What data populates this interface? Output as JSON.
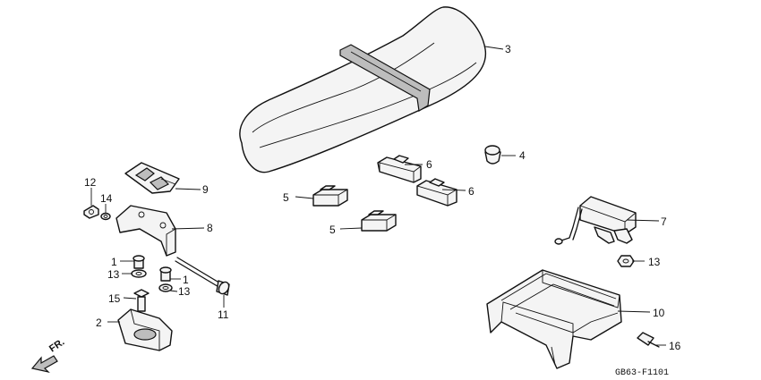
{
  "callouts": {
    "c1a": "1",
    "c1b": "1",
    "c2": "2",
    "c3": "3",
    "c4": "4",
    "c5a": "5",
    "c5b": "5",
    "c6a": "6",
    "c6b": "6",
    "c7": "7",
    "c8": "8",
    "c9": "9",
    "c10": "10",
    "c11": "11",
    "c12": "12",
    "c13a": "13",
    "c13b": "13",
    "c13c": "13",
    "c14": "14",
    "c15": "15",
    "c16": "16"
  },
  "diagram_code": "GB63-F1101",
  "direction_label": "FR."
}
